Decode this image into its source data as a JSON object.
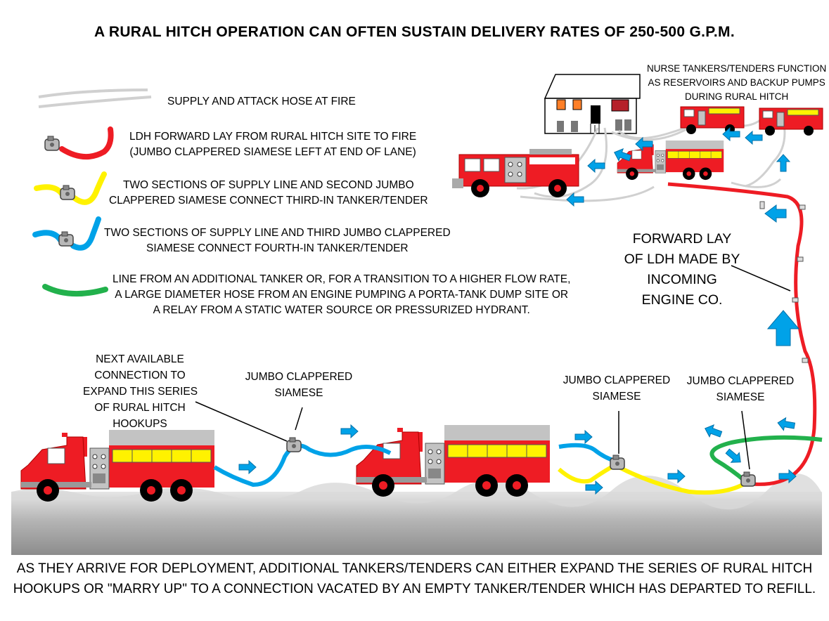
{
  "title": "A RURAL HITCH OPERATION CAN OFTEN SUSTAIN DELIVERY RATES OF 250-500 G.P.M.",
  "legend": {
    "items": [
      {
        "line1": "SUPPLY AND ATTACK HOSE AT FIRE",
        "line2": "",
        "color": "#d0d0d0"
      },
      {
        "line1": "LDH FORWARD LAY FROM RURAL HITCH SITE TO FIRE",
        "line2": "(JUMBO CLAPPERED SIAMESE LEFT AT END OF LANE)",
        "color": "#ee1c24"
      },
      {
        "line1": "TWO SECTIONS OF SUPPLY LINE AND SECOND JUMBO",
        "line2": "CLAPPERED SIAMESE CONNECT THIRD-IN TANKER/TENDER",
        "color": "#fff200"
      },
      {
        "line1": "TWO SECTIONS OF SUPPLY LINE AND THIRD JUMBO CLAPPERED",
        "line2": "SIAMESE CONNECT FOURTH-IN TANKER/TENDER",
        "color": "#00a2e8"
      },
      {
        "line1": "LINE FROM AN ADDITIONAL TANKER OR, FOR A TRANSITION TO A HIGHER FLOW RATE,",
        "line2": "A LARGE DIAMETER HOSE FROM AN ENGINE PUMPING A PORTA-TANK DUMP SITE OR",
        "line3": "A RELAY FROM A STATIC WATER SOURCE OR PRESSURIZED HYDRANT.",
        "color": "#22b14c"
      }
    ]
  },
  "labels": {
    "nurse": [
      "NURSE TANKERS/TENDERS FUNCTION",
      "AS RESERVOIRS AND BACKUP PUMPS",
      "DURING RURAL HITCH"
    ],
    "forward_lay": [
      "FORWARD LAY",
      "OF LDH MADE BY",
      "INCOMING",
      "ENGINE CO."
    ],
    "next_available": [
      "NEXT AVAILABLE",
      "CONNECTION TO",
      "EXPAND THIS SERIES",
      "OF RURAL HITCH",
      "HOOKUPS"
    ],
    "siamese_1": [
      "JUMBO CLAPPERED",
      "SIAMESE"
    ],
    "siamese_2": [
      "JUMBO CLAPPERED",
      "SIAMESE"
    ],
    "siamese_3": [
      "JUMBO CLAPPERED",
      "SIAMESE"
    ]
  },
  "caption": "AS THEY ARRIVE FOR DEPLOYMENT, ADDITIONAL TANKERS/TENDERS CAN EITHER EXPAND THE SERIES OF RURAL HITCH HOOKUPS OR \"MARRY UP\" TO A CONNECTION VACATED BY AN EMPTY TANKER/TENDER WHICH HAS DEPARTED TO REFILL.",
  "colors": {
    "red": "#ee1c24",
    "yellow": "#fff200",
    "blue": "#00a2e8",
    "green": "#22b14c",
    "gray_hose": "#d0d0d0",
    "arrow_blue": "#00a2e8"
  }
}
